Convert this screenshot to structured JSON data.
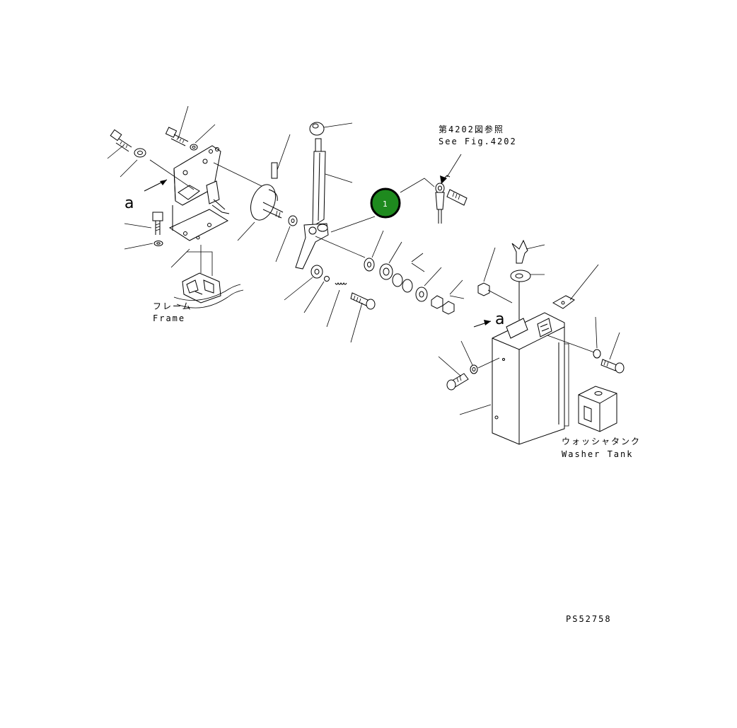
{
  "diagram": {
    "ref_jp": "第4202図参照",
    "ref_en": "See Fig.4202",
    "frame_jp": "フレーム",
    "frame_en": "Frame",
    "tank_jp": "ウォッシャタンク",
    "tank_en": "Washer Tank",
    "view_label_left": "a",
    "view_label_right": "a",
    "drawing_no": "PS52758",
    "part_marker": "1",
    "marker_color": "#1e8a1e"
  }
}
